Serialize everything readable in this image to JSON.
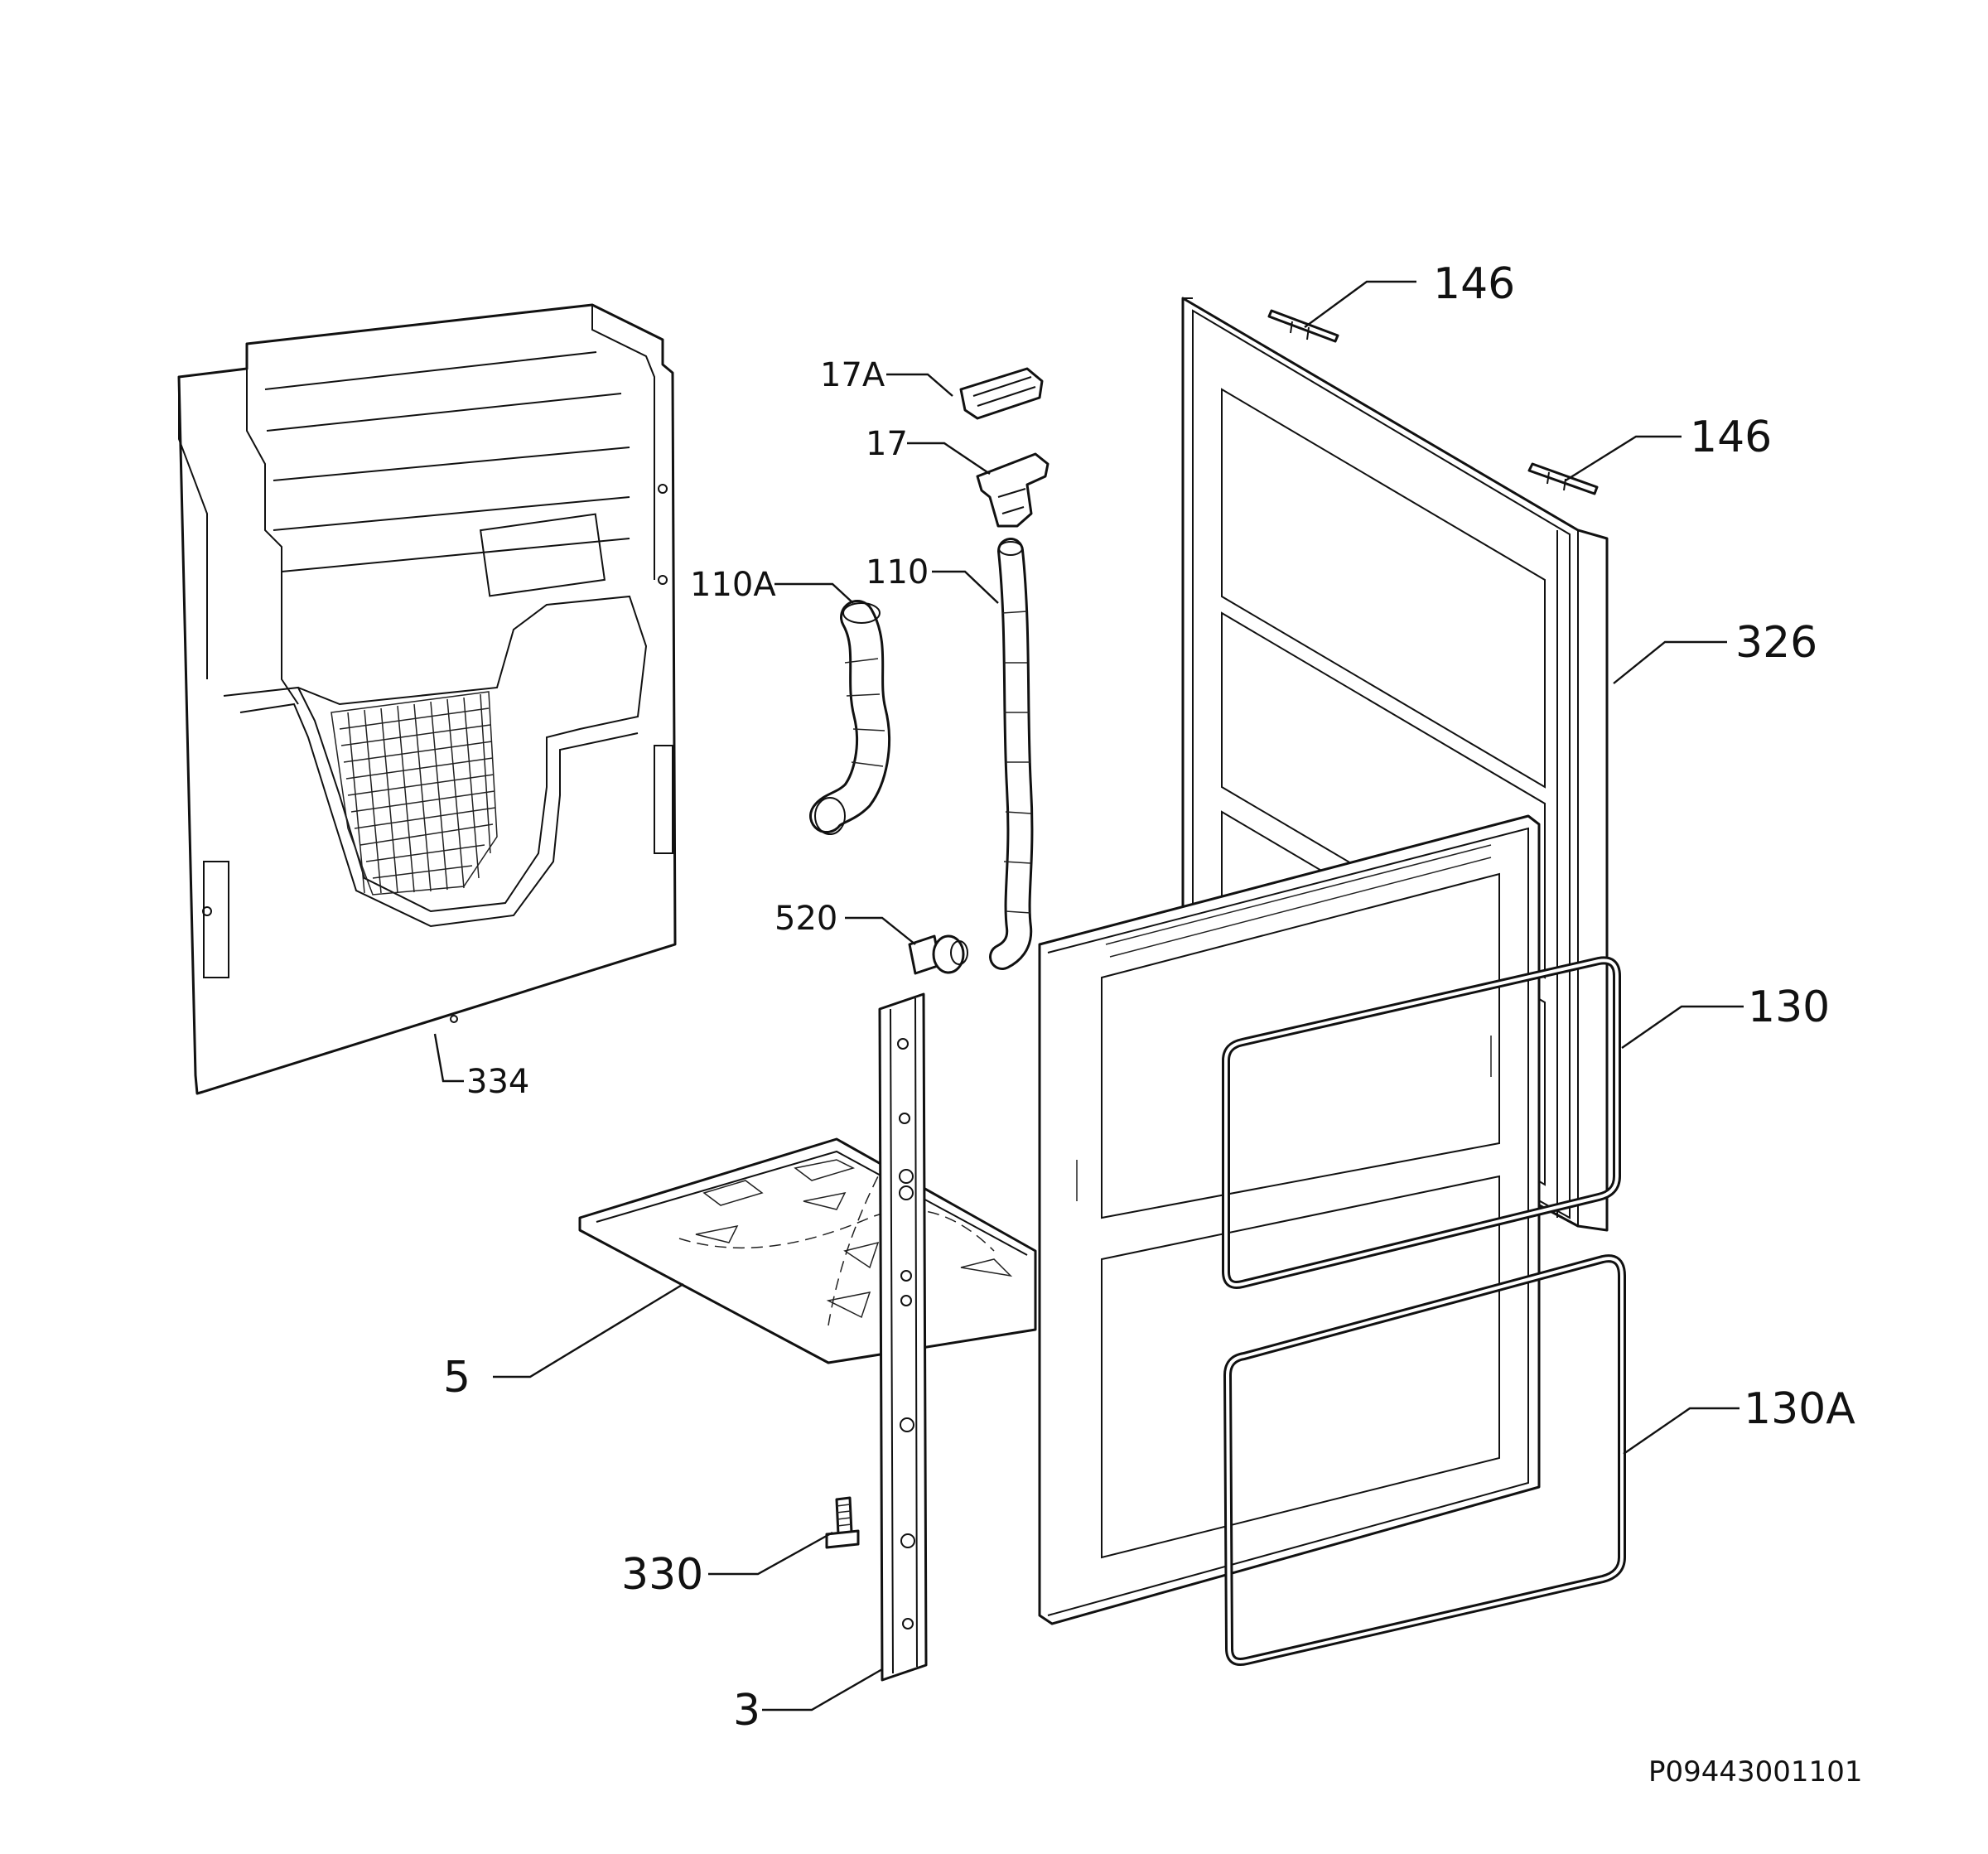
{
  "diagram": {
    "parts": [
      {
        "id": "p146a",
        "label": "146"
      },
      {
        "id": "p146b",
        "label": "146"
      },
      {
        "id": "p17A",
        "label": "17A"
      },
      {
        "id": "p17",
        "label": "17"
      },
      {
        "id": "p110A",
        "label": "110A"
      },
      {
        "id": "p110",
        "label": "110"
      },
      {
        "id": "p326",
        "label": "326"
      },
      {
        "id": "p520",
        "label": "520"
      },
      {
        "id": "p130",
        "label": "130"
      },
      {
        "id": "p334",
        "label": "334"
      },
      {
        "id": "p5",
        "label": "5"
      },
      {
        "id": "p130A",
        "label": "130A"
      },
      {
        "id": "p330",
        "label": "330"
      },
      {
        "id": "p3",
        "label": "3"
      }
    ],
    "reference_code": "P09443001101"
  },
  "colors": {
    "line": "#111111",
    "background": "#ffffff"
  }
}
